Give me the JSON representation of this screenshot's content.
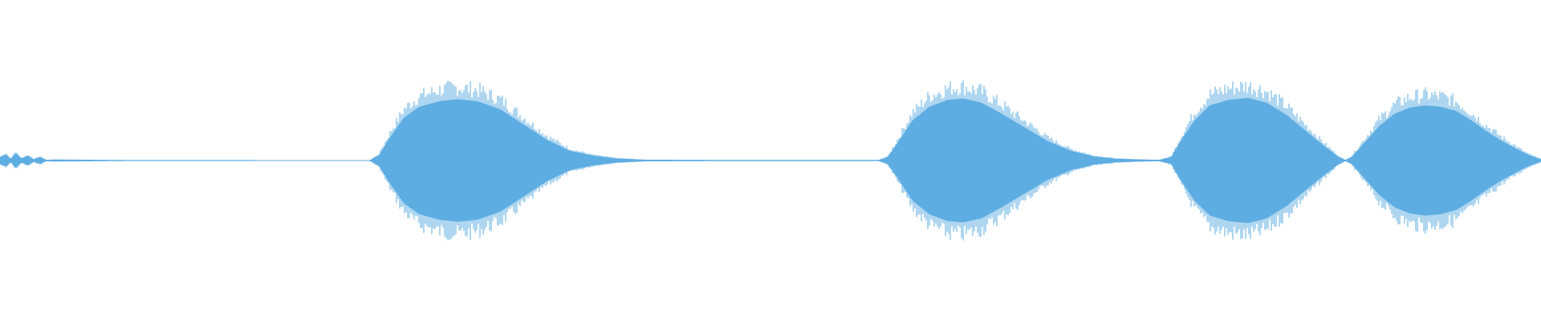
{
  "colors": {
    "background": "#ffffff",
    "waveform": "#5dade2"
  },
  "chart_data": {
    "type": "area",
    "title": "",
    "xlabel": "",
    "ylabel": "",
    "grid": false,
    "legend": "none",
    "x_range": [
      0,
      1
    ],
    "amplitude_range": [
      -1,
      1
    ],
    "baseline": 0,
    "series": [
      {
        "values_note": "",
        "envelope_points": [
          [
            0.0,
            0.05
          ],
          [
            0.004,
            0.09
          ],
          [
            0.007,
            0.02
          ],
          [
            0.01,
            0.11
          ],
          [
            0.014,
            0.03
          ],
          [
            0.018,
            0.07
          ],
          [
            0.022,
            0.02
          ],
          [
            0.026,
            0.05
          ],
          [
            0.03,
            0.01
          ],
          [
            0.035,
            0.015
          ],
          [
            0.08,
            0.008
          ],
          [
            0.2,
            0.006
          ],
          [
            0.24,
            0.006
          ],
          [
            0.246,
            0.08
          ],
          [
            0.252,
            0.3
          ],
          [
            0.262,
            0.62
          ],
          [
            0.272,
            0.78
          ],
          [
            0.285,
            0.86
          ],
          [
            0.297,
            0.89
          ],
          [
            0.31,
            0.86
          ],
          [
            0.325,
            0.74
          ],
          [
            0.34,
            0.52
          ],
          [
            0.355,
            0.3
          ],
          [
            0.37,
            0.14
          ],
          [
            0.385,
            0.07
          ],
          [
            0.4,
            0.03
          ],
          [
            0.42,
            0.012
          ],
          [
            0.48,
            0.008
          ],
          [
            0.57,
            0.008
          ],
          [
            0.576,
            0.05
          ],
          [
            0.582,
            0.24
          ],
          [
            0.592,
            0.58
          ],
          [
            0.603,
            0.78
          ],
          [
            0.615,
            0.88
          ],
          [
            0.625,
            0.9
          ],
          [
            0.637,
            0.84
          ],
          [
            0.65,
            0.68
          ],
          [
            0.665,
            0.48
          ],
          [
            0.68,
            0.28
          ],
          [
            0.695,
            0.14
          ],
          [
            0.71,
            0.06
          ],
          [
            0.725,
            0.025
          ],
          [
            0.752,
            0.01
          ],
          [
            0.76,
            0.05
          ],
          [
            0.766,
            0.28
          ],
          [
            0.775,
            0.58
          ],
          [
            0.785,
            0.8
          ],
          [
            0.797,
            0.88
          ],
          [
            0.81,
            0.91
          ],
          [
            0.822,
            0.84
          ],
          [
            0.835,
            0.66
          ],
          [
            0.848,
            0.42
          ],
          [
            0.86,
            0.2
          ],
          [
            0.869,
            0.05
          ],
          [
            0.873,
            0.01
          ],
          [
            0.877,
            0.05
          ],
          [
            0.885,
            0.25
          ],
          [
            0.895,
            0.5
          ],
          [
            0.905,
            0.68
          ],
          [
            0.915,
            0.77
          ],
          [
            0.925,
            0.8
          ],
          [
            0.935,
            0.78
          ],
          [
            0.945,
            0.72
          ],
          [
            0.955,
            0.58
          ],
          [
            0.965,
            0.42
          ],
          [
            0.975,
            0.28
          ],
          [
            0.985,
            0.16
          ],
          [
            0.992,
            0.08
          ],
          [
            1.0,
            0.02
          ]
        ]
      }
    ]
  }
}
